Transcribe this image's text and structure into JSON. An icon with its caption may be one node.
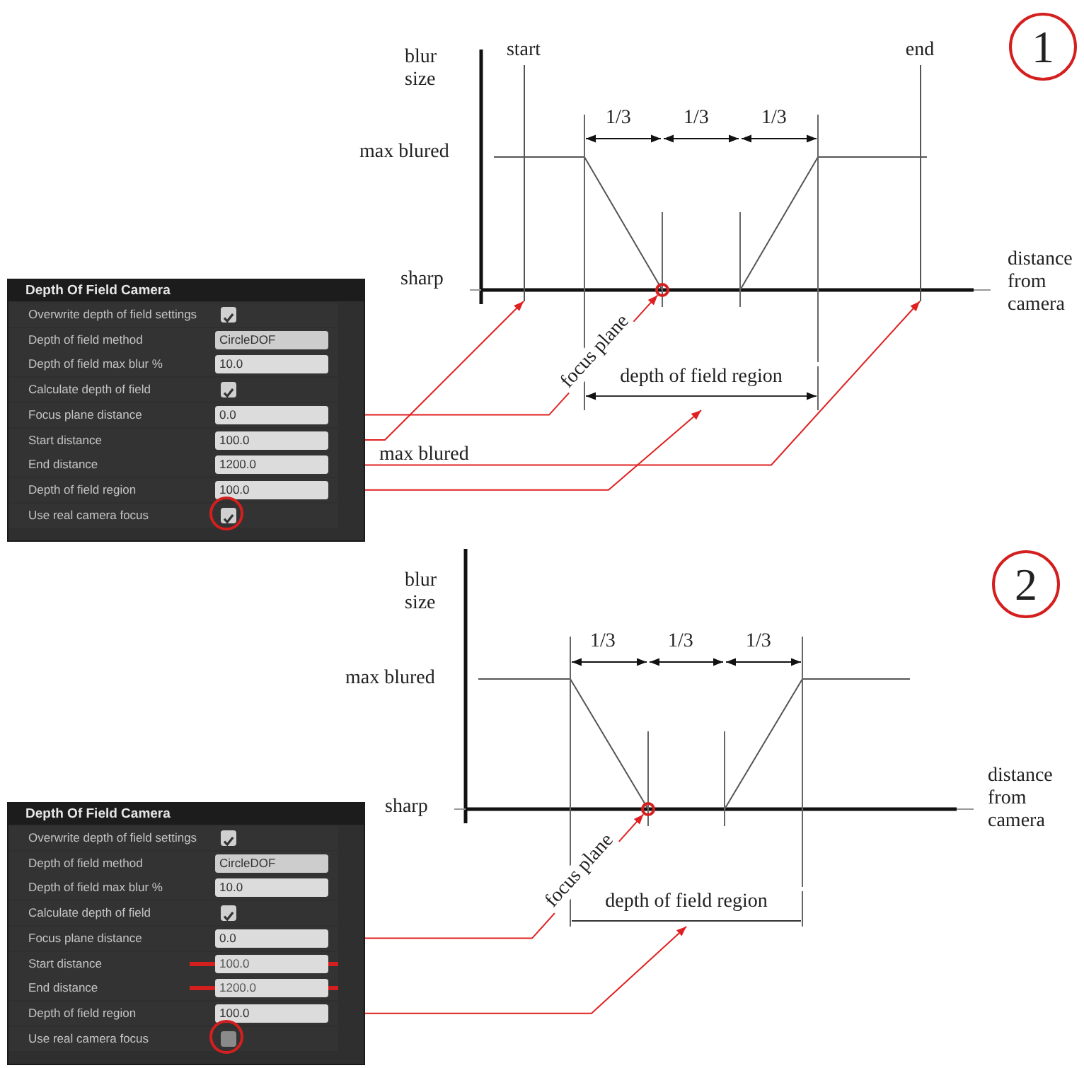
{
  "diagram": {
    "nodes": [
      {
        "text": [
          "Depth Of Field Camera"
        ]
      },
      {
        "text": [
          "Overwrite depth of field settings"
        ],
        "in": 0
      },
      {
        "text": [
          "Depth of field method",
          "CircleDOF"
        ],
        "in": 0
      },
      {
        "text": [
          "Depth of field max blur %",
          "10.0"
        ],
        "in": 0
      },
      {
        "text": [
          "Calculate depth of field"
        ],
        "in": 0
      },
      {
        "text": [
          "Focus plane distance",
          "0.0"
        ],
        "in": 0
      },
      {
        "text": [
          "Start distance",
          "100.0"
        ],
        "in": 0
      },
      {
        "text": [
          "End distance",
          "1200.0"
        ],
        "in": 0
      },
      {
        "text": [
          "Depth of field region",
          "100.0"
        ],
        "in": 0
      },
      {
        "text": [
          "Use real camera focus"
        ],
        "in": 0
      },
      {
        "text": [
          "1"
        ]
      },
      {
        "text": [
          "start"
        ]
      },
      {
        "text": [],
        "shape": "circle"
      },
      {
        "text": [
          "end"
        ]
      },
      {
        "text": [
          "depth of field region"
        ]
      },
      {
        "text": [
          "Depth Of Field Camera"
        ]
      },
      {
        "text": [
          "Overwrite depth of field settings"
        ],
        "in": 15
      },
      {
        "text": [
          "Depth of field method",
          "CircleDOF"
        ],
        "in": 15
      },
      {
        "text": [
          "Depth of field max blur %",
          "10.0"
        ],
        "in": 15
      },
      {
        "text": [
          "Calculate depth of field"
        ],
        "in": 15
      },
      {
        "text": [
          "Focus plane distance",
          "0.0"
        ],
        "in": 15
      },
      {
        "text": [
          "Start distance",
          "100.0"
        ],
        "in": 15
      },
      {
        "text": [
          "End distance",
          "1200.0"
        ],
        "in": 15
      },
      {
        "text": [
          "Depth of field region",
          "100.0"
        ],
        "in": 15
      },
      {
        "text": [
          "Use real camera focus"
        ],
        "in": 15
      },
      {
        "text": [
          "2"
        ]
      },
      {
        "text": [],
        "shape": "circle"
      },
      {
        "text": [
          "depth of field region"
        ]
      }
    ],
    "edges": [
      {
        "from": 5,
        "to": 12,
        "arrow": "to",
        "label": "focus plane"
      },
      {
        "from": 6,
        "to": 11,
        "arrow": "to"
      },
      {
        "from": 7,
        "to": 13,
        "arrow": "to"
      },
      {
        "from": 8,
        "to": 14,
        "arrow": "to"
      },
      {
        "from": 20,
        "to": 26,
        "arrow": "to",
        "label": "focus plane"
      },
      {
        "from": 23,
        "to": 27,
        "arrow": "to"
      }
    ],
    "labels": [
      "blur size",
      "1/3",
      "1/3",
      "1/3",
      "max blured",
      "sharp",
      "distance from camera",
      "max blured",
      "blur size",
      "1/3",
      "1/3",
      "1/3",
      "max blured",
      "sharp",
      "distance from camera"
    ]
  }
}
